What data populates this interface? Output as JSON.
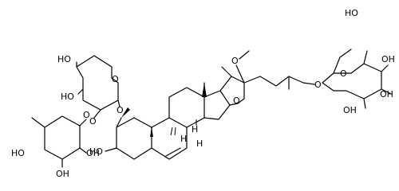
{
  "labels": {
    "ho_top": "HO",
    "ho_ara": "HO",
    "o_ara": "O",
    "ho_rha_c4": "HO",
    "oh_rha": "OH",
    "oh_rha_bottom": "OH",
    "o_rha": "O",
    "o_link_ara_rha": "O",
    "o_link_c1": "O",
    "h_c9": "H",
    "h_c14": "H",
    "h_c8": "H",
    "ho_c3": "HO",
    "o_methoxy": "O",
    "o_furan": "O",
    "o_glc_link": "O",
    "o_glc_ring": "O",
    "ho_glc_top": "HO",
    "oh_glc_c4": "OH",
    "oh_glc_c3": "OH",
    "oh_glc_c2": "OH"
  }
}
